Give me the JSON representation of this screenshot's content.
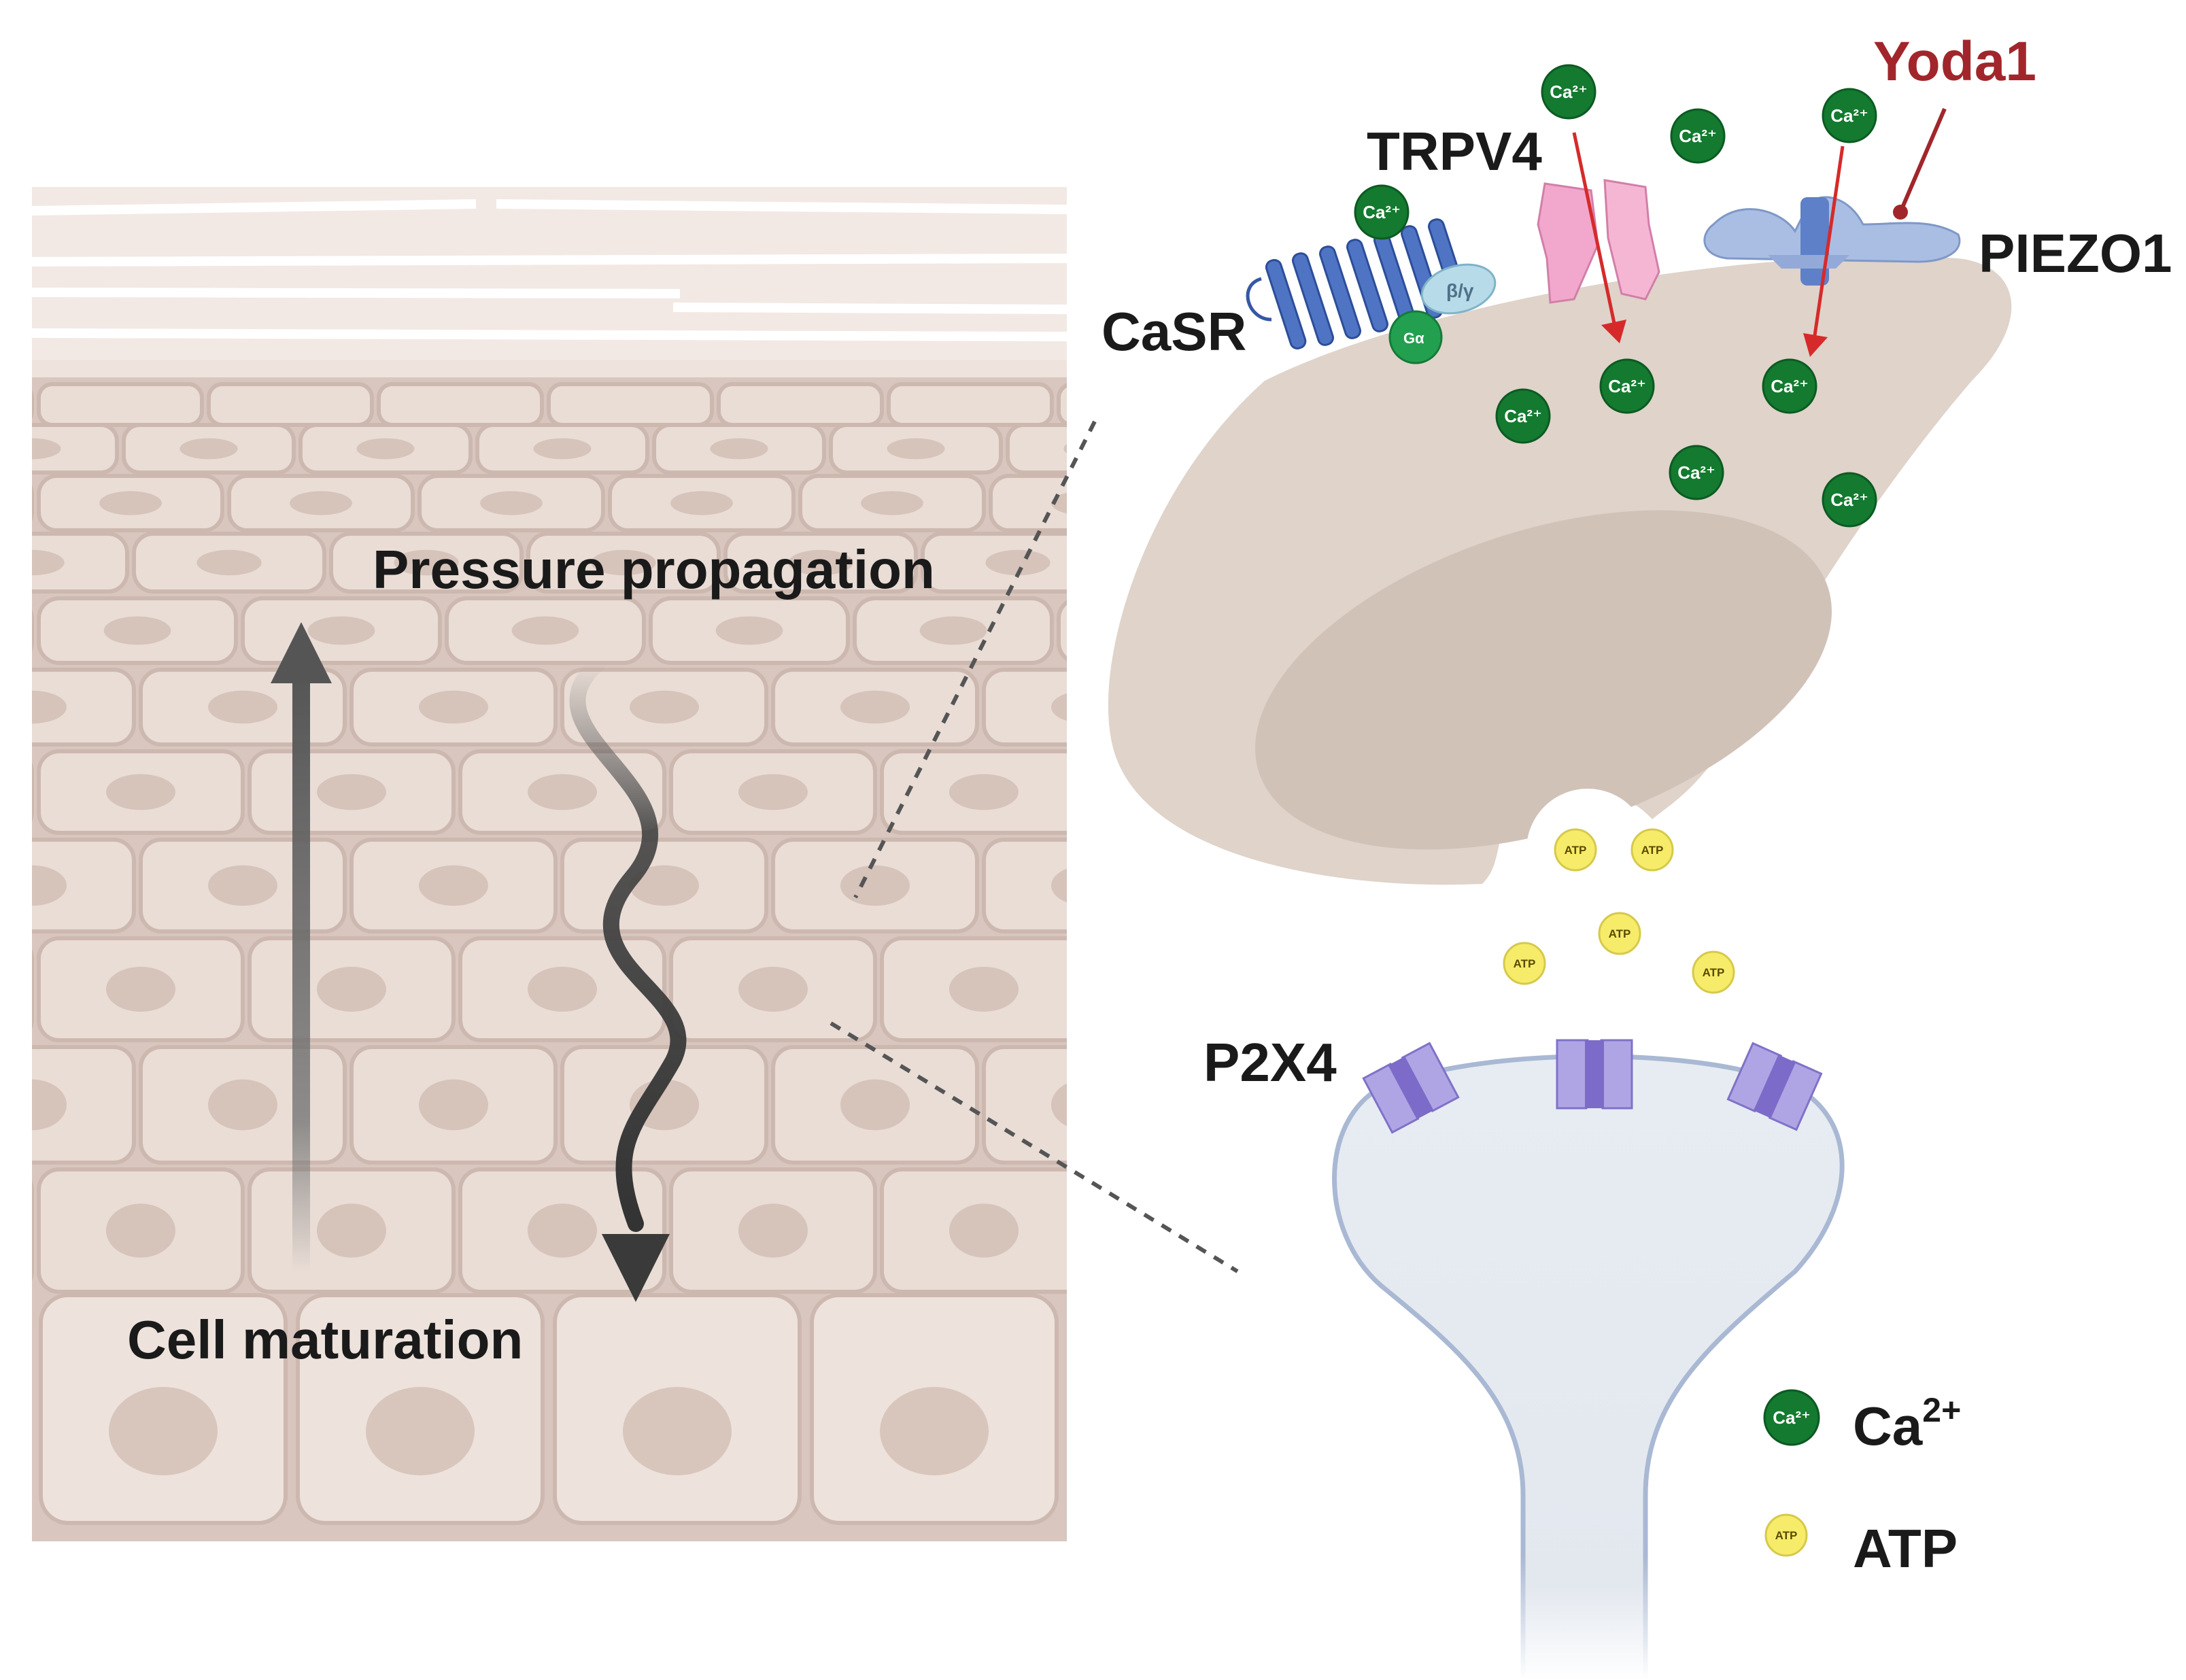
{
  "labels": {
    "pressure_propagation": "Pressure propagation",
    "cell_maturation": "Cell maturation",
    "trpv4": "TRPV4",
    "yoda1": "Yoda1",
    "piezo1": "PIEZO1",
    "casr": "CaSR",
    "p2x4": "P2X4"
  },
  "protein_marks": {
    "beta_gamma": "β/γ",
    "g_alpha": "Gα"
  },
  "ions": {
    "ca": "Ca²⁺",
    "atp": "ATP"
  },
  "legend": {
    "ca_label": "Ca",
    "ca_sup": "2+",
    "atp_label": "ATP"
  },
  "colors": {
    "skin_top": "#f1e7e2",
    "skin_body": "#dccbc5",
    "cell_fill": "#e8dcd5",
    "nucleus": "#d5c2b9",
    "cell_large": "#dfd3ca",
    "cell_nucleus": "#d2c3b9",
    "calcium": "#137a2f",
    "atp": "#f7ec6a",
    "trpv4": "#f0a5c8",
    "piezo1": "#a8bde0",
    "casr": "#4f74c4",
    "p2x4": "#9d8fd8",
    "neuron": "#e6ebf1",
    "arrow_red": "#d62a2a",
    "yoda_red": "#a1262b"
  }
}
